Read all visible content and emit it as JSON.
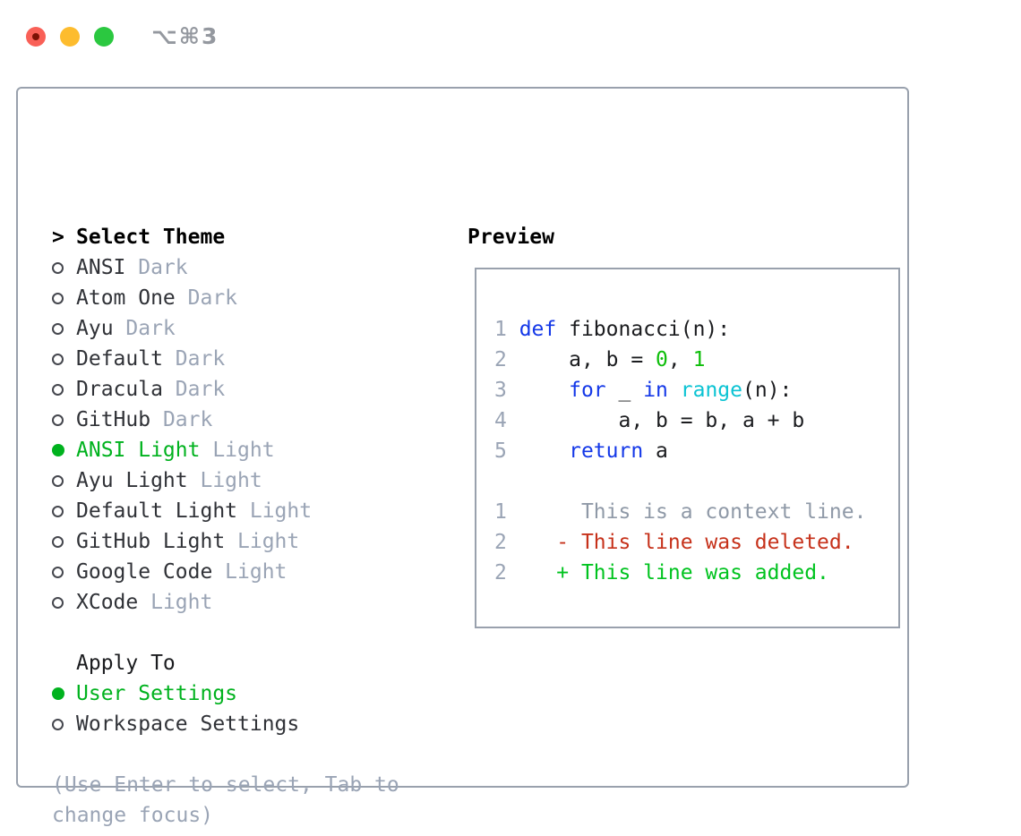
{
  "titlebar": {
    "title": "⌥⌘3",
    "buttons": [
      "close",
      "minimize",
      "zoom"
    ]
  },
  "colors": {
    "accent_green": "#00b21e",
    "keyword_blue": "#1438e8",
    "builtin_cyan": "#0bc3d3",
    "number_green": "#0ebe0a",
    "deleted_red": "#c6311a",
    "added_green": "#00c31f",
    "muted_gray": "#9aa4b5",
    "context_gray": "#8f99a7",
    "border_gray": "#99a1ad",
    "traffic_red": "#f96057",
    "traffic_yellow": "#fdbc2e",
    "traffic_green": "#2bc840"
  },
  "theme_panel": {
    "header_prefix": ">",
    "header": "Select Theme",
    "items": [
      {
        "label": "ANSI",
        "tag": "Dark",
        "selected": false
      },
      {
        "label": "Atom One",
        "tag": "Dark",
        "selected": false
      },
      {
        "label": "Ayu",
        "tag": "Dark",
        "selected": false
      },
      {
        "label": "Default",
        "tag": "Dark",
        "selected": false
      },
      {
        "label": "Dracula",
        "tag": "Dark",
        "selected": false
      },
      {
        "label": "GitHub",
        "tag": "Dark",
        "selected": false
      },
      {
        "label": "ANSI Light",
        "tag": "Light",
        "selected": true
      },
      {
        "label": "Ayu Light",
        "tag": "Light",
        "selected": false
      },
      {
        "label": "Default Light",
        "tag": "Light",
        "selected": false
      },
      {
        "label": "GitHub Light",
        "tag": "Light",
        "selected": false
      },
      {
        "label": "Google Code",
        "tag": "Light",
        "selected": false
      },
      {
        "label": "XCode",
        "tag": "Light",
        "selected": false
      }
    ],
    "apply_header": "Apply To",
    "apply_options": [
      {
        "label": "User Settings",
        "selected": true
      },
      {
        "label": "Workspace Settings",
        "selected": false
      }
    ],
    "hint_lines": [
      "(Use Enter to select, Tab to",
      "change focus)"
    ]
  },
  "preview_panel": {
    "header": "Preview",
    "lines": [
      [
        {
          "c": "lineno",
          "t": "1 "
        },
        {
          "c": "kw",
          "t": "def"
        },
        {
          "c": "plain",
          "t": " fibonacci(n):"
        }
      ],
      [
        {
          "c": "lineno",
          "t": "2 "
        },
        {
          "c": "plain",
          "t": "    a, b = "
        },
        {
          "c": "num",
          "t": "0"
        },
        {
          "c": "plain",
          "t": ", "
        },
        {
          "c": "num",
          "t": "1"
        }
      ],
      [
        {
          "c": "lineno",
          "t": "3 "
        },
        {
          "c": "plain",
          "t": "    "
        },
        {
          "c": "kw",
          "t": "for"
        },
        {
          "c": "plain",
          "t": " _ "
        },
        {
          "c": "kw",
          "t": "in"
        },
        {
          "c": "plain",
          "t": " "
        },
        {
          "c": "builtin",
          "t": "range"
        },
        {
          "c": "plain",
          "t": "(n):"
        }
      ],
      [
        {
          "c": "lineno",
          "t": "4 "
        },
        {
          "c": "plain",
          "t": "        a, b = b, a + b"
        }
      ],
      [
        {
          "c": "lineno",
          "t": "5 "
        },
        {
          "c": "plain",
          "t": "    "
        },
        {
          "c": "kw",
          "t": "return"
        },
        {
          "c": "plain",
          "t": " a"
        }
      ],
      [],
      [
        {
          "c": "lineno",
          "t": "1 "
        },
        {
          "c": "context",
          "t": "     This is a context line."
        }
      ],
      [
        {
          "c": "lineno",
          "t": "2 "
        },
        {
          "c": "deleted",
          "t": "   - This line was deleted."
        }
      ],
      [
        {
          "c": "lineno",
          "t": "2 "
        },
        {
          "c": "added",
          "t": "   + This line was added."
        }
      ]
    ]
  }
}
